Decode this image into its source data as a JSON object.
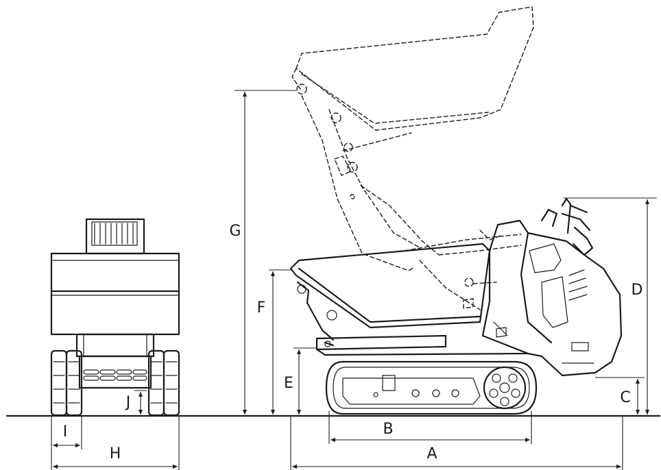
{
  "dimensions": {
    "A": "A",
    "B": "B",
    "C": "C",
    "D": "D",
    "E": "E",
    "F": "F",
    "G": "G",
    "H": "H",
    "I": "I",
    "J": "J"
  },
  "colors": {
    "ink": "#1a1a1a",
    "background": "#ffffff"
  }
}
